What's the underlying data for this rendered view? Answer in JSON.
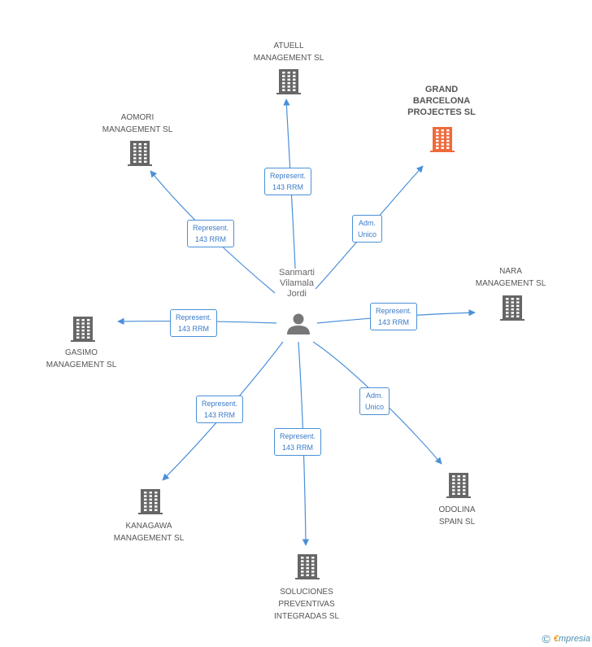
{
  "center": {
    "name": "Sanmarti\nVilamala\nJordi",
    "icon": "person-icon"
  },
  "colors": {
    "edge": "#4a90d9",
    "building": "#666666",
    "highlight": "#ef6a3b"
  },
  "nodes": [
    {
      "name": "ATUELL\nMANAGEMENT SL",
      "highlight": false
    },
    {
      "name": "GRAND\nBARCELONA\nPROJECTES SL",
      "highlight": true
    },
    {
      "name": "AOMORI\nMANAGEMENT SL",
      "highlight": false
    },
    {
      "name": "NARA\nMANAGEMENT SL",
      "highlight": false
    },
    {
      "name": "GASIMO\nMANAGEMENT SL",
      "highlight": false
    },
    {
      "name": "KANAGAWA\nMANAGEMENT SL",
      "highlight": false
    },
    {
      "name": "SOLUCIONES\nPREVENTIVAS\nINTEGRADAS SL",
      "highlight": false
    },
    {
      "name": "ODOLINA\nSPAIN SL",
      "highlight": false
    }
  ],
  "edges": [
    {
      "label": "Represent.\n143 RRM"
    },
    {
      "label": "Adm.\nUnico"
    },
    {
      "label": "Represent.\n143 RRM"
    },
    {
      "label": "Represent.\n143 RRM"
    },
    {
      "label": "Represent.\n143 RRM"
    },
    {
      "label": "Represent.\n143 RRM"
    },
    {
      "label": "Represent.\n143 RRM"
    },
    {
      "label": "Adm.\nUnico"
    }
  ],
  "footer": {
    "copyright": "©",
    "brand_e": "€",
    "brand_rest": "mpresia"
  }
}
